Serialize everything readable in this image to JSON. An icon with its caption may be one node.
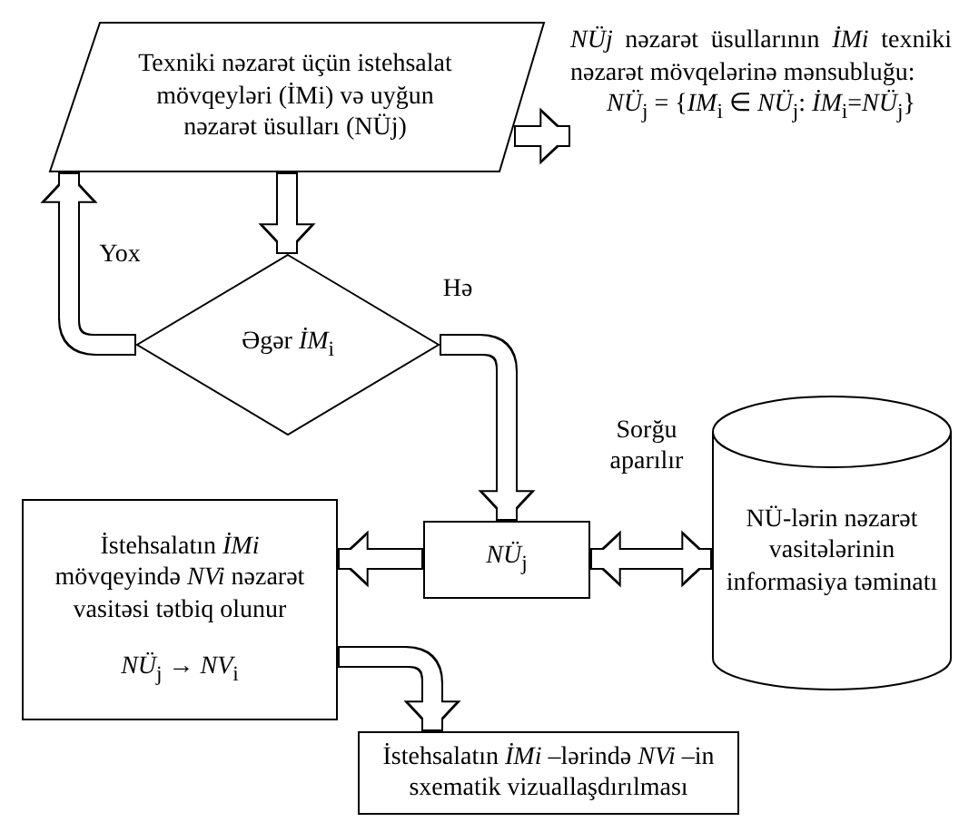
{
  "diagram": {
    "nodes": [
      {
        "text": [
          "Texniki nəzarət üçün istehsalat mövqeyləri (İMi) və uyğun nəzarət üsulları (NÜj)"
        ]
      },
      {
        "text": [
          "*NÜj* nəzarət üsullarının *İMi* texniki nəzarət mövqelərinə mənsubluğu:",
          "*NÜ*$_{j}$ = {*IM*$_{i}$ ∈ *NÜ*$_{j}$: *İM*$_{i}$=*NÜ*$_{j}$}"
        ]
      },
      {
        "text": [
          "Əgər *İM*$_{i}$"
        ]
      },
      {
        "text": [
          "*NÜ*$_{j}$"
        ]
      },
      {
        "text": [
          "İstehsalatın *İMi* mövqeyində *NVi* nəzarət vasitəsi tətbiq olunur",
          "*NÜ*$_{j}$ → *NV*$_{i}$"
        ]
      },
      {
        "text": [
          "NÜ-lərin nəzarət vasitələrinin informasiya təminatı"
        ]
      },
      {
        "text": [
          "İstehsalatın *İMi* –lərində *NVi* –in sxematik vizuallaşdırılması"
        ]
      }
    ],
    "edges": [
      {
        "from": 0,
        "to": 1,
        "arrow": "to"
      },
      {
        "from": 0,
        "to": 2,
        "arrow": "to"
      },
      {
        "from": 2,
        "to": 0,
        "arrow": "to",
        "label": "Yox"
      },
      {
        "from": 2,
        "to": 3,
        "arrow": "to",
        "label": "Hə"
      },
      {
        "from": 3,
        "to": 4,
        "arrow": "to"
      },
      {
        "from": 3,
        "to": 5,
        "arrow": "both",
        "label": "Sorğu aparılır"
      },
      {
        "from": 4,
        "to": 6,
        "arrow": "to"
      }
    ]
  }
}
